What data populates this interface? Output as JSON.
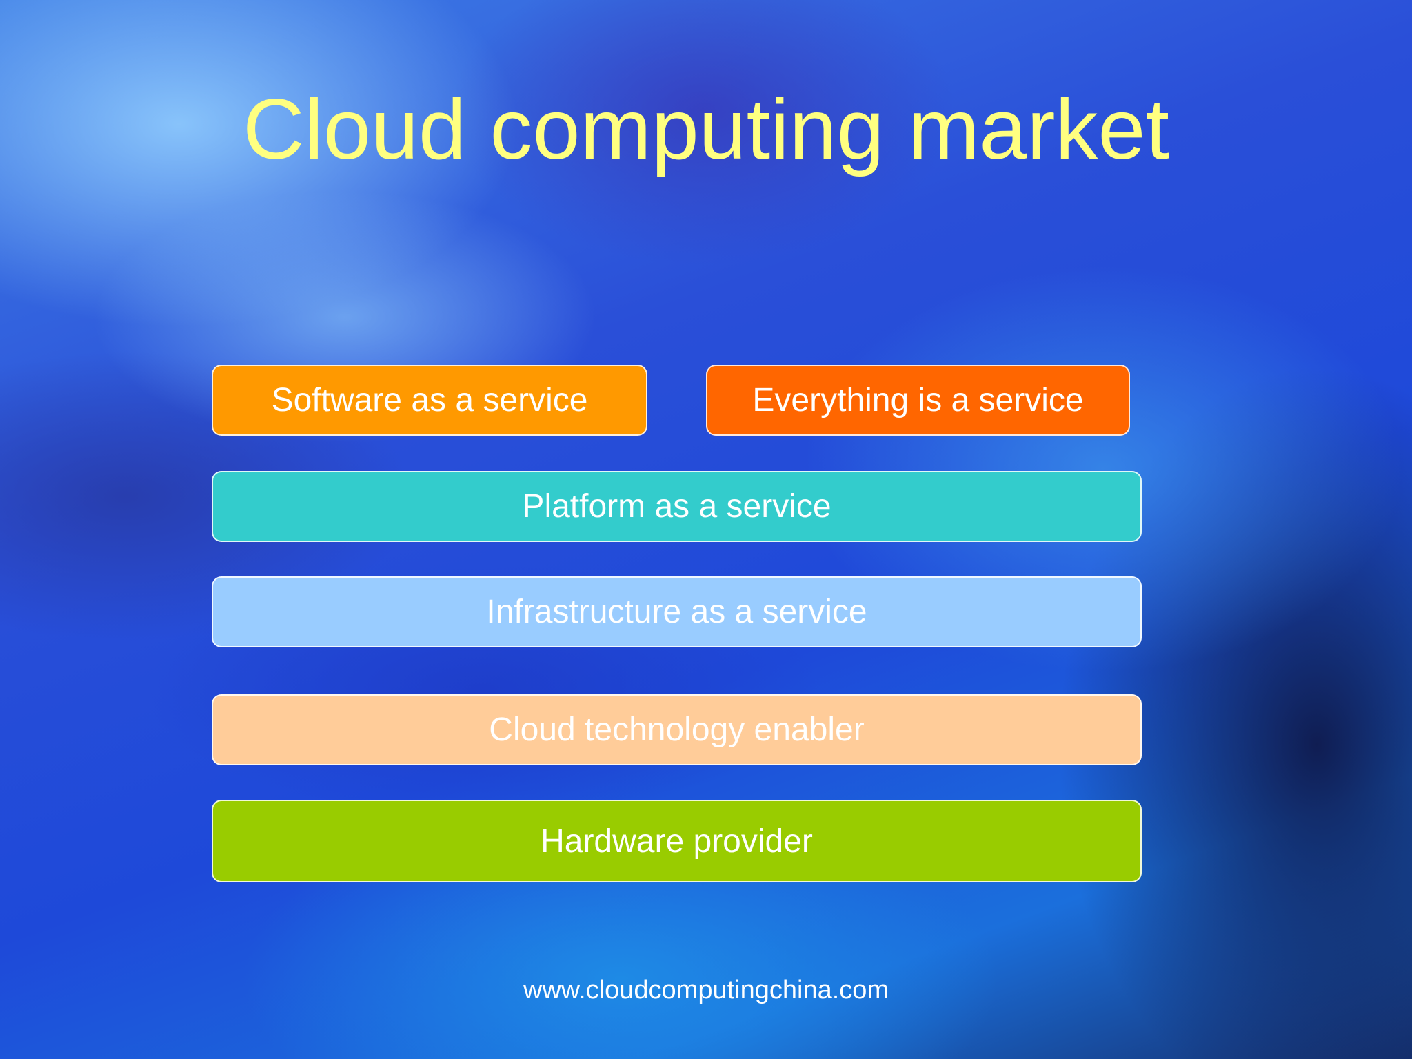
{
  "slide": {
    "title": "Cloud computing market",
    "footer_url": "www.cloudcomputingchina.com"
  },
  "layers": {
    "saas": {
      "label": "Software as a service",
      "color": "#ff9900"
    },
    "eiaas": {
      "label": "Everything is a service",
      "color": "#ff6600"
    },
    "paas": {
      "label": "Platform as a service",
      "color": "#33cccc"
    },
    "iaas": {
      "label": "Infrastructure as a service",
      "color": "#99ccff"
    },
    "enabler": {
      "label": "Cloud technology enabler",
      "color": "#ffcc99"
    },
    "hardware": {
      "label": "Hardware provider",
      "color": "#99cc00"
    }
  },
  "colors": {
    "title_text": "#ffff80",
    "box_text": "#ffffff"
  }
}
